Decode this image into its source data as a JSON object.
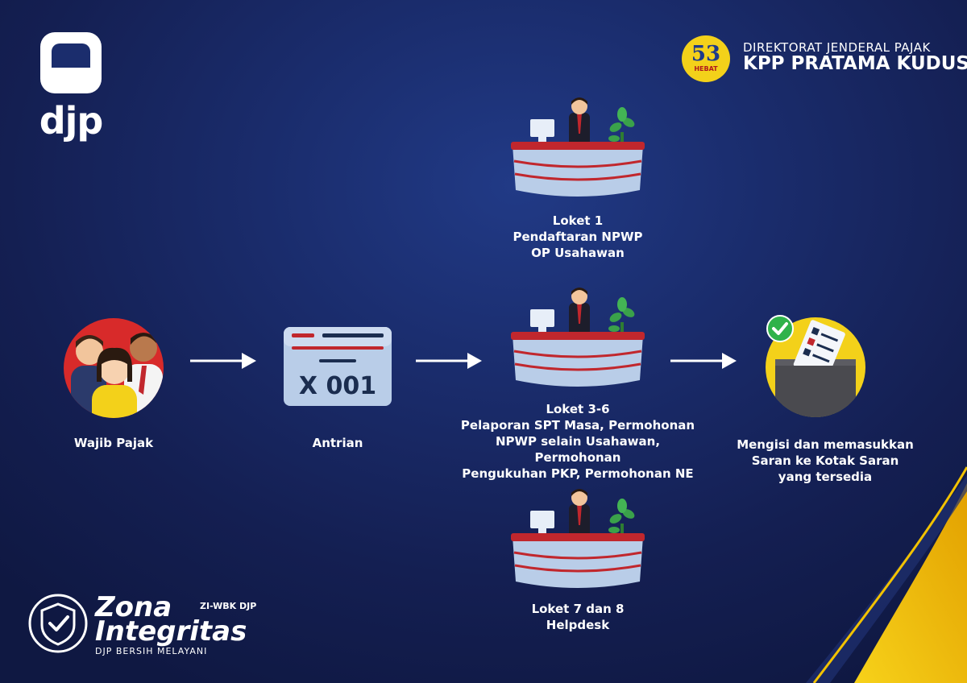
{
  "brand": {
    "logo_text": "djp"
  },
  "header": {
    "organization": "DIREKTORAT JENDERAL PAJAK",
    "office": "KPP PRATAMA KUDUS",
    "badge_number": "53",
    "badge_word": "HEBAT"
  },
  "flow": {
    "steps": [
      {
        "label": "Wajib Pajak"
      },
      {
        "label": "Antrian",
        "ticket_text": "X 001"
      },
      {
        "label_lines": [
          "Loket 3-6",
          "Pelaporan SPT Masa, Permohonan",
          "NPWP selain Usahawan, Permohonan",
          "Pengukuhan PKP, Permohonan NE"
        ]
      },
      {
        "label_lines": [
          "Mengisi dan memasukkan",
          "Saran ke Kotak Saran",
          "yang tersedia"
        ]
      }
    ],
    "counters": [
      {
        "label_lines": [
          "Loket 1",
          "Pendaftaran NPWP",
          "OP Usahawan"
        ]
      },
      {
        "label_lines": [
          "Loket 7 dan 8",
          "Helpdesk"
        ]
      }
    ]
  },
  "footer": {
    "zi_tag": "ZI-WBK DJP",
    "zi_title_1": "Zona",
    "zi_title_2": "Integritas",
    "zi_subtitle": "DJP BERSIH MELAYANI"
  },
  "colors": {
    "background": "#1a2c6c",
    "accent_red": "#c1272d",
    "accent_yellow": "#f5c400"
  }
}
